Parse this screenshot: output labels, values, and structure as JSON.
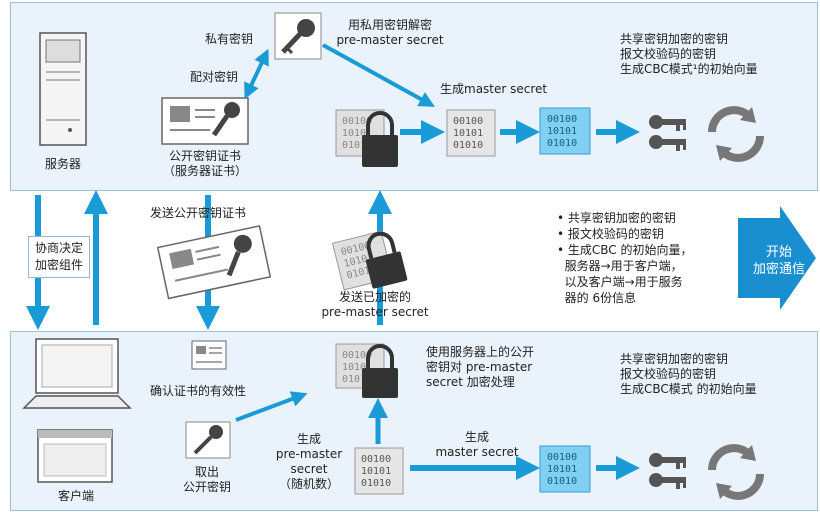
{
  "server_panel": {
    "server_label": "服务器",
    "private_key_label": "私有密钥",
    "decrypt_label": "用私用密钥解密\npre-master secret",
    "key_pair_label": "配对密钥",
    "cert_label": "公开密钥证书\n（服务器证书）",
    "gen_master_label": "生成master secret",
    "derived_notes": "共享密钥加密的密钥\n报文校验码的密钥\n生成CBC模式¹的初始向量",
    "binary_text": "00100\n10101\n01010"
  },
  "middle": {
    "negotiate_label": "协商决定\n加密组件",
    "send_cert_label": "发送公开密钥证书",
    "send_premaster_label": "发送已加密的\npre-master secret",
    "bullets": "• 共享密钥加密的密钥\n• 报文校验码的密钥\n• 生成CBC 的初始向量，\n  服务器→用于客户端，\n  以及客户端→用于服务\n  器的 6份信息",
    "start_label": "开始\n加密通信"
  },
  "client_panel": {
    "client_label": "客户端",
    "verify_cert_label": "确认证书的有效性",
    "encrypt_label": "使用服务器上的公开\n密钥对 pre-master\nsecret 加密处理",
    "extract_key_label": "取出\n公开密钥",
    "gen_premaster_label": "生成\npre-master\nsecret\n（随机数）",
    "gen_master_label": "生成\nmaster secret",
    "derived_notes": "共享密钥加密的密钥\n报文校验码的密钥\n生成CBC模式 的初始向量"
  },
  "colors": {
    "arrow": "#1a9ad6",
    "panel": "#eaf3fb",
    "highlight_binary": "#7fd0f3",
    "lock": "#333333",
    "start_arrow": "#1a8fd0"
  }
}
